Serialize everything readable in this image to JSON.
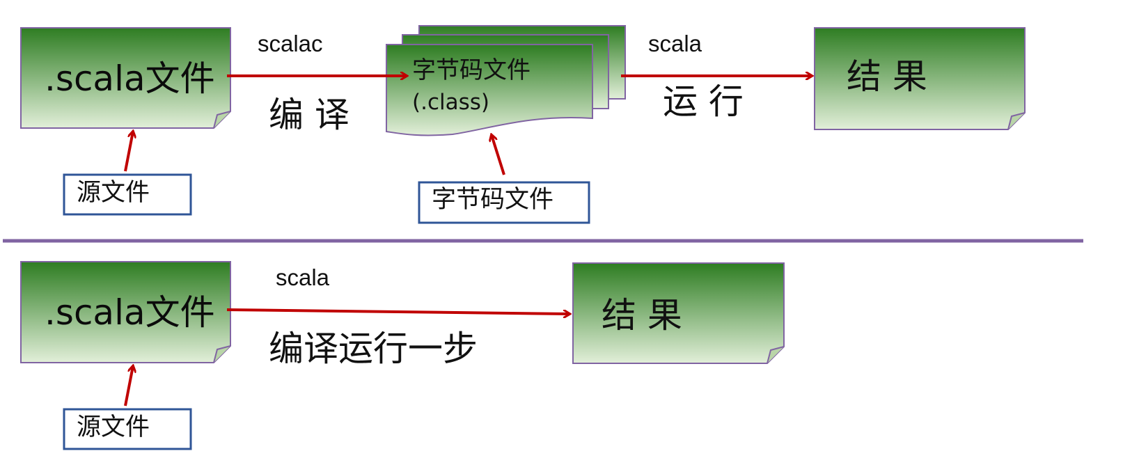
{
  "top": {
    "source_doc": ".scala文件",
    "compile_cmd": "scalac",
    "compile_label": "编 译",
    "bytecode_doc_title": "字节码文件",
    "bytecode_doc_ext": "(.class)",
    "run_cmd": "scala",
    "run_label": "运 行",
    "result": "结 果",
    "source_tag": "源文件",
    "bytecode_tag": "字节码文件"
  },
  "bottom": {
    "source_doc": ".scala文件",
    "cmd": "scala",
    "label": "编译运行一步",
    "result": "结 果",
    "source_tag": "源文件"
  },
  "colors": {
    "doc_top": "#2e7d22",
    "doc_bottom": "#e2efd9",
    "doc_border": "#8064a2",
    "arrow": "#c00000",
    "tag_border": "#2f5597",
    "divider": "#8064a2"
  }
}
